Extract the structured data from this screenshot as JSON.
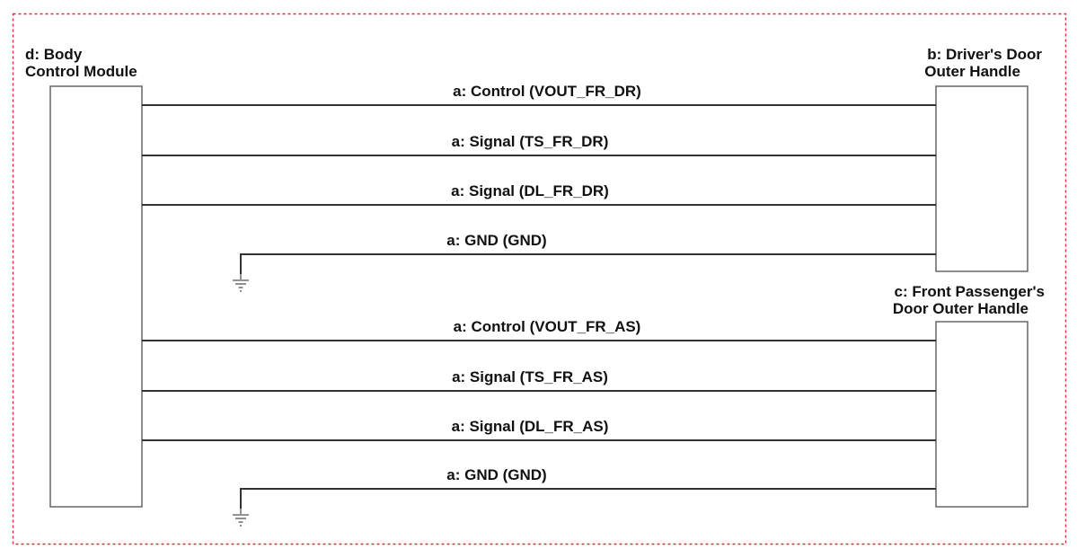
{
  "frame_color": "#e0282d",
  "modules": {
    "bcm": {
      "line1": "d: Body",
      "line2": "Control Module"
    },
    "driver": {
      "line1": "b: Driver's Door",
      "line2": "Outer Handle"
    },
    "passenger": {
      "line1": "c: Front Passenger's",
      "line2": "Door Outer Handle"
    }
  },
  "wires": [
    {
      "label": "a: Control (VOUT_FR_DR)"
    },
    {
      "label": "a: Signal (TS_FR_DR)"
    },
    {
      "label": "a: Signal (DL_FR_DR)"
    },
    {
      "label": "a: GND (GND)",
      "ground": true
    },
    {
      "label": "a: Control (VOUT_FR_AS)"
    },
    {
      "label": "a: Signal (TS_FR_AS)"
    },
    {
      "label": "a: Signal (DL_FR_AS)"
    },
    {
      "label": "a: GND (GND)",
      "ground": true
    }
  ]
}
